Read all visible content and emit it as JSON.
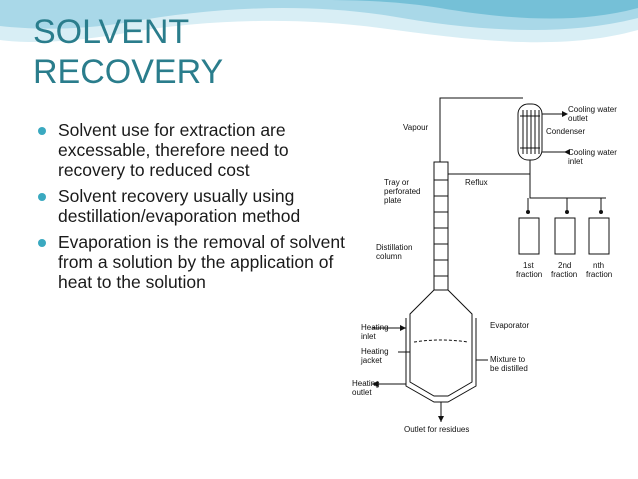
{
  "slide": {
    "title_line1": "SOLVENT",
    "title_line2": "RECOVERY",
    "bullets": [
      "Solvent use for extraction are excessable, therefore need to recovery to reduced cost",
      "Solvent recovery usually using destillation/evaporation method",
      "Evaporation is the removal of solvent from a solution by the application of heat to the solution"
    ]
  },
  "diagram": {
    "labels": {
      "vapour": "Vapour",
      "cooling_outlet_1": "Cooling water",
      "cooling_outlet_2": "outlet",
      "condenser": "Condenser",
      "cooling_inlet_1": "Cooling water",
      "cooling_inlet_2": "inlet",
      "reflux": "Reflux",
      "tray_1": "Tray or",
      "tray_2": "perforated",
      "tray_3": "plate",
      "column_1": "Distillation",
      "column_2": "column",
      "fraction1_1": "1st",
      "fraction1_2": "fraction",
      "fraction2_1": "2nd",
      "fraction2_2": "fraction",
      "fraction3_1": "nth",
      "fraction3_2": "fraction",
      "heating_inlet_1": "Heating",
      "heating_inlet_2": "inlet",
      "heating_jacket_1": "Heating",
      "heating_jacket_2": "jacket",
      "heating_outlet_1": "Heating",
      "heating_outlet_2": "outlet",
      "evaporator": "Evaporator",
      "mixture_1": "Mixture to",
      "mixture_2": "be distilled",
      "outlet_residues": "Outlet for residues"
    }
  },
  "colors": {
    "title": "#2a7d8c",
    "bullet": "#3aa9c0",
    "wave_light": "#d8eef5",
    "wave_mid": "#a9d8e8",
    "wave_dark": "#5fb7d0"
  }
}
